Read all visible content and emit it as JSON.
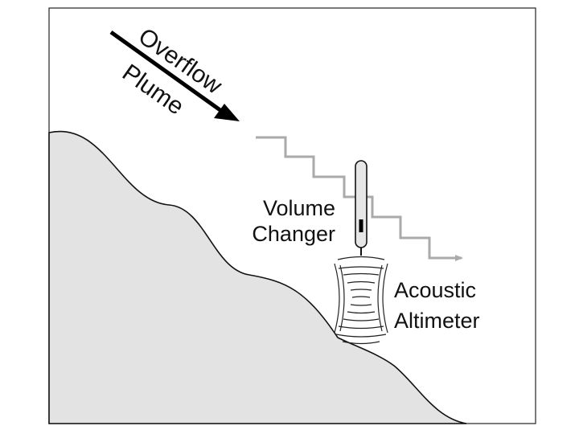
{
  "labels": {
    "overflow": "Overflow",
    "plume": "Plume",
    "volume": "Volume",
    "changer": "Changer",
    "acoustic": "Acoustic",
    "altimeter": "Altimeter"
  },
  "colors": {
    "frame": "#222222",
    "seabed_fill": "#e3e3e3",
    "seabed_line": "#111111",
    "stairs": "#aaaaaa",
    "arrow": "#000000",
    "instrument_fill": "#e6e6e6",
    "sensor_mark": "#000000",
    "sound_waves": "#222222",
    "text": "#111111"
  },
  "icons": {
    "arrow": "flow-direction-arrow",
    "instrument": "volume-changer-probe",
    "waves": "acoustic-pulse-waves"
  }
}
